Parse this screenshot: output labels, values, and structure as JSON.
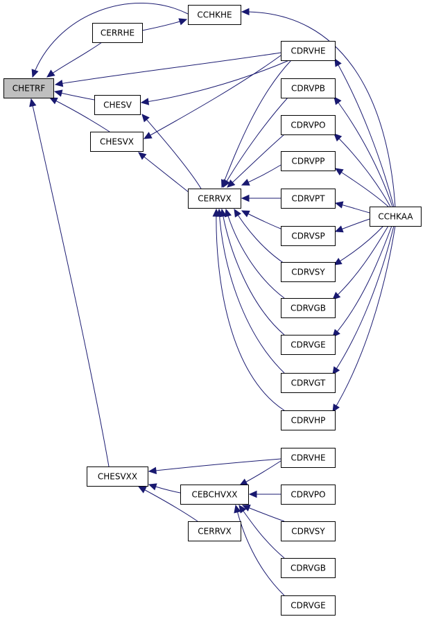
{
  "colors": {
    "edge": "#191970",
    "node_fill": "#ffffff",
    "root_fill": "#bfbfbf",
    "node_border": "#000000"
  },
  "nodes": {
    "chetrf": {
      "label": "CHETRF",
      "root": true
    },
    "cchkhe": {
      "label": "CCHKHE"
    },
    "cerrhe": {
      "label": "CERRHE"
    },
    "chesv": {
      "label": "CHESV"
    },
    "chesvx": {
      "label": "CHESVX"
    },
    "cerrvx_a": {
      "label": "CERRVX"
    },
    "chesvxx": {
      "label": "CHESVXX"
    },
    "cebchvxx": {
      "label": "CEBCHVXX"
    },
    "cerrvx_b": {
      "label": "CERRVX"
    },
    "cchkaa": {
      "label": "CCHKAA"
    },
    "cdrvhe_a": {
      "label": "CDRVHE"
    },
    "cdrvpb": {
      "label": "CDRVPB"
    },
    "cdrvpo_a": {
      "label": "CDRVPO"
    },
    "cdrvpp": {
      "label": "CDRVPP"
    },
    "cdrvpt": {
      "label": "CDRVPT"
    },
    "cdrvsp": {
      "label": "CDRVSP"
    },
    "cdrvsy_a": {
      "label": "CDRVSY"
    },
    "cdrvgb_a": {
      "label": "CDRVGB"
    },
    "cdrvge_a": {
      "label": "CDRVGE"
    },
    "cdrvgt": {
      "label": "CDRVGT"
    },
    "cdrvhp": {
      "label": "CDRVHP"
    },
    "cdrvhe_b": {
      "label": "CDRVHE"
    },
    "cdrvpo_b": {
      "label": "CDRVPO"
    },
    "cdrvsy_b": {
      "label": "CDRVSY"
    },
    "cdrvgb_b": {
      "label": "CDRVGB"
    },
    "cdrvge_b": {
      "label": "CDRVGE"
    }
  },
  "edges": [
    [
      "cchkhe",
      "chetrf"
    ],
    [
      "cerrhe",
      "chetrf"
    ],
    [
      "cdrvhe_a",
      "chetrf"
    ],
    [
      "chesv",
      "chetrf"
    ],
    [
      "chesvx",
      "chetrf"
    ],
    [
      "chesvxx",
      "chetrf"
    ],
    [
      "cerrhe",
      "cchkhe"
    ],
    [
      "cchkaa",
      "cchkhe"
    ],
    [
      "cdrvhe_a",
      "chesv"
    ],
    [
      "cerrvx_a",
      "chesv"
    ],
    [
      "cdrvhe_a",
      "chesvx"
    ],
    [
      "cerrvx_a",
      "chesvx"
    ],
    [
      "cdrvhe_a",
      "cerrvx_a"
    ],
    [
      "cdrvpb",
      "cerrvx_a"
    ],
    [
      "cdrvpo_a",
      "cerrvx_a"
    ],
    [
      "cdrvpp",
      "cerrvx_a"
    ],
    [
      "cdrvpt",
      "cerrvx_a"
    ],
    [
      "cdrvsp",
      "cerrvx_a"
    ],
    [
      "cdrvsy_a",
      "cerrvx_a"
    ],
    [
      "cdrvgb_a",
      "cerrvx_a"
    ],
    [
      "cdrvge_a",
      "cerrvx_a"
    ],
    [
      "cdrvgt",
      "cerrvx_a"
    ],
    [
      "cdrvhp",
      "cerrvx_a"
    ],
    [
      "cchkaa",
      "cdrvhe_a"
    ],
    [
      "cchkaa",
      "cdrvpb"
    ],
    [
      "cchkaa",
      "cdrvpo_a"
    ],
    [
      "cchkaa",
      "cdrvpp"
    ],
    [
      "cchkaa",
      "cdrvpt"
    ],
    [
      "cchkaa",
      "cdrvsp"
    ],
    [
      "cchkaa",
      "cdrvsy_a"
    ],
    [
      "cchkaa",
      "cdrvgb_a"
    ],
    [
      "cchkaa",
      "cdrvge_a"
    ],
    [
      "cchkaa",
      "cdrvgt"
    ],
    [
      "cchkaa",
      "cdrvhp"
    ],
    [
      "cdrvhe_b",
      "chesvxx"
    ],
    [
      "cebchvxx",
      "chesvxx"
    ],
    [
      "cerrvx_b",
      "chesvxx"
    ],
    [
      "cdrvhe_b",
      "cebchvxx"
    ],
    [
      "cdrvpo_b",
      "cebchvxx"
    ],
    [
      "cdrvsy_b",
      "cebchvxx"
    ],
    [
      "cdrvgb_b",
      "cebchvxx"
    ],
    [
      "cdrvge_b",
      "cebchvxx"
    ]
  ]
}
